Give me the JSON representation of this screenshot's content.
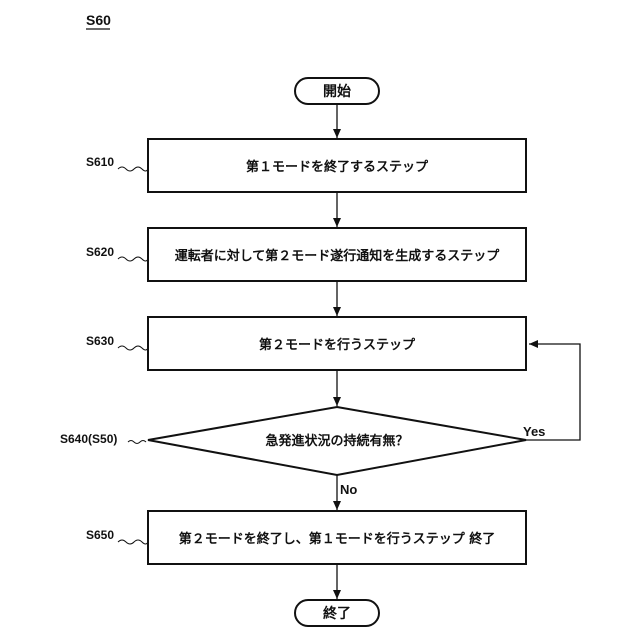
{
  "figure_label": "S60",
  "start_label": "開始",
  "end_label": "終了",
  "steps": [
    {
      "id": "S610",
      "text": "第１モードを終了するステップ"
    },
    {
      "id": "S620",
      "text": "運転者に対して第２モード遂行通知を生成するステップ"
    },
    {
      "id": "S630",
      "text": "第２モードを行うステップ"
    },
    {
      "id": "S650",
      "text": "第２モードを終了し、第１モードを行うステップ 終了"
    }
  ],
  "decision": {
    "id": "S640(S50)",
    "text": "急発進状況の持続有無？",
    "yes_label": "Yes",
    "no_label": "No"
  }
}
